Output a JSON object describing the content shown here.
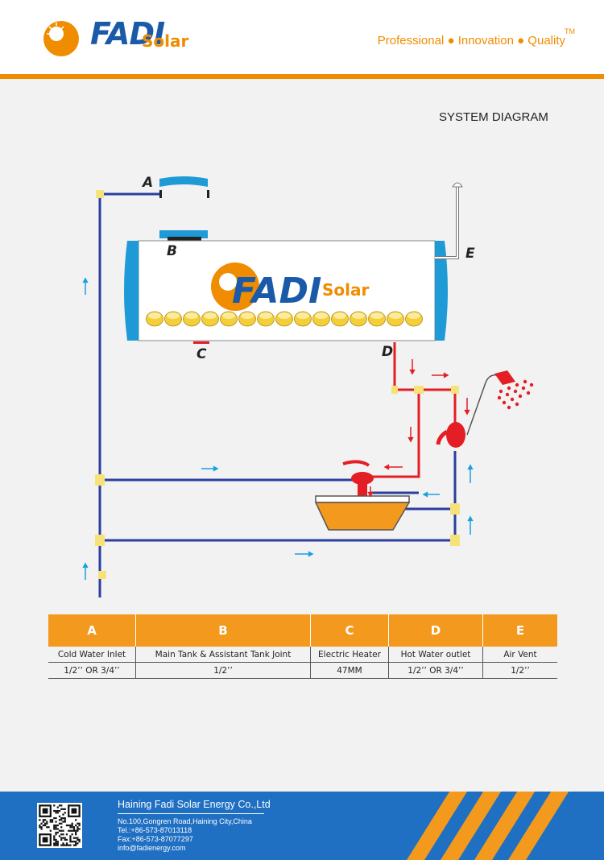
{
  "header": {
    "logo_main": "FADI",
    "logo_sub": "Solar",
    "tagline": "Professional ● Innovation ● Quality",
    "trademark": "TM"
  },
  "title": "SYSTEM DIAGRAM",
  "diagram": {
    "labels": {
      "a": "A",
      "b": "B",
      "c": "C",
      "d": "D",
      "e": "E"
    },
    "tank_logo_main": "FADI",
    "tank_logo_sub": "Solar",
    "colors": {
      "hot": "#e31e24",
      "cold": "#2a3f9e",
      "flow_cold": "#1aa0e0",
      "tank": "#1e9ad6",
      "joint": "#f7e27a"
    }
  },
  "table": {
    "headers": [
      "A",
      "B",
      "C",
      "D",
      "E"
    ],
    "rows": [
      [
        "Cold Water Inlet",
        "Main Tank & Assistant Tank Joint",
        "Electric Heater",
        "Hot Water outlet",
        "Air Vent"
      ],
      [
        "1/2’’ OR 3/4’’",
        "1/2’’",
        "47MM",
        "1/2’’ OR 3/4’’",
        "1/2’’"
      ]
    ]
  },
  "footer": {
    "company": "Haining Fadi Solar Energy Co.,Ltd",
    "address": "No.100,Gongren Road,Haining City,China",
    "tel": "Tel.:+86-573-87013118",
    "fax": "Fax:+86-573-87077297",
    "email": "info@fadienergy.com"
  }
}
